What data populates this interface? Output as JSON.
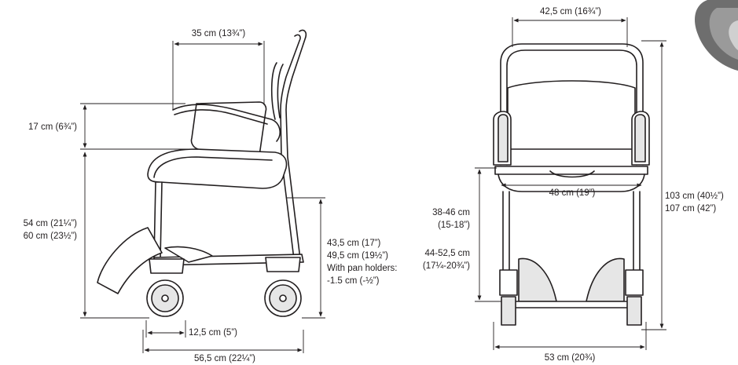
{
  "side_view": {
    "backrest_depth": "35 cm (13¾”)",
    "armrest_height": "17 cm (6¾”)",
    "seat_height_1": "54 cm (21¼”)",
    "seat_height_2": "60 cm (23½”)",
    "clearance_1": "43,5 cm (17”)",
    "clearance_2": "49,5 cm (19½”)",
    "clearance_3": "With pan holders:",
    "clearance_4": "-1.5 cm (-½”)",
    "wheel_offset": "12,5 cm (5”)",
    "total_length": "56,5 cm (22¼”)"
  },
  "front_view": {
    "top_width": "42,5 cm (16¾”)",
    "seat_width": "48 cm (19”)",
    "seat_h_a1": "38-46 cm",
    "seat_h_a2": "(15-18”)",
    "seat_h_b1": "44-52,5 cm",
    "seat_h_b2": "(17¼-20¾”)",
    "total_height_1": "103 cm (40½”)",
    "total_height_2": "107 cm (42”)",
    "total_width": "53 cm (20¾)"
  },
  "colors": {
    "line": "#231f20",
    "fill": "#ffffff",
    "shade": "#e6e6e6"
  }
}
